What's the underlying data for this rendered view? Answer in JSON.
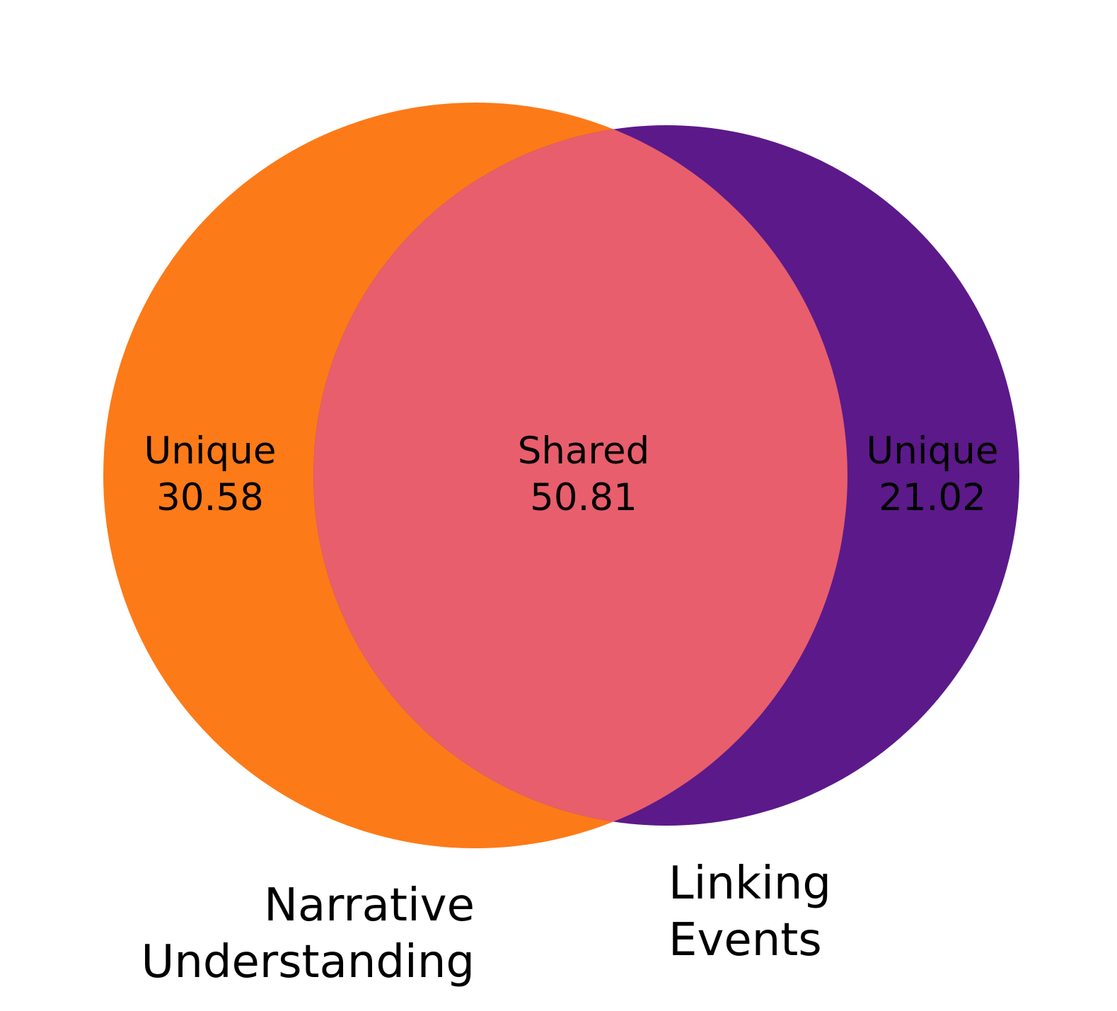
{
  "chart_data": {
    "type": "venn",
    "sets": [
      {
        "name_lines": [
          "Narrative",
          "Understanding"
        ],
        "color": "#FD7A18"
      },
      {
        "name_lines": [
          "Linking",
          "Events"
        ],
        "color": "#5C198A"
      }
    ],
    "intersection_color": "#E85E6C",
    "regions": [
      {
        "title": "Unique",
        "value": "30.58"
      },
      {
        "title": "Shared",
        "value": "50.81"
      },
      {
        "title": "Unique",
        "value": "21.02"
      }
    ]
  }
}
